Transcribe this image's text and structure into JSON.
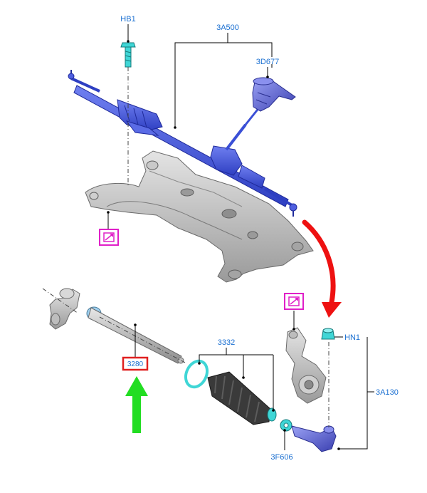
{
  "callouts": {
    "hb1": "HB1",
    "a500": "3A500",
    "d677": "3D677",
    "c3332": "3332",
    "hn1": "HN1",
    "a130": "3A130",
    "f606": "3F606",
    "c3280": "3280"
  },
  "colors": {
    "callout_text": "#1a6fd1",
    "rack_blue": "#3a4fd6",
    "subframe_gray": "#b8b8b8",
    "ref_box_magenta": "#e020c8",
    "highlight_box_red": "#e02020",
    "highlight_arrow_green": "#22dd22",
    "transfer_arrow_red": "#ee1111",
    "fastener_cyan": "#3fd6d6"
  }
}
